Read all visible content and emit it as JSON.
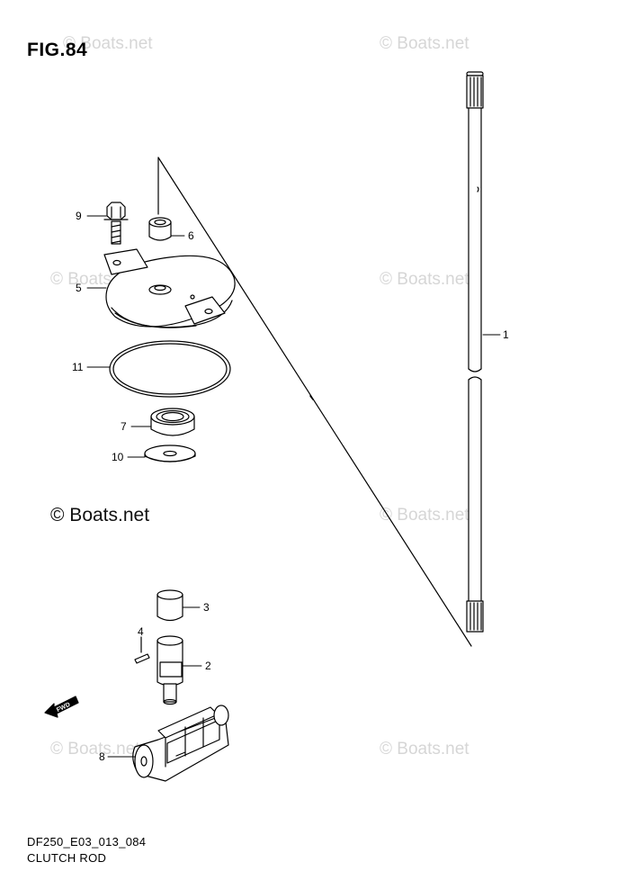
{
  "figure_label": "FIG.84",
  "copyright": "© Boats.net",
  "watermark_text": "© Boats.net",
  "footer": {
    "code": "DF250_E03_013_084",
    "title": "CLUTCH ROD"
  },
  "fwd_label": "FWD",
  "callouts": [
    "1",
    "2",
    "3",
    "4",
    "5",
    "6",
    "7",
    "8",
    "9",
    "10",
    "11"
  ]
}
